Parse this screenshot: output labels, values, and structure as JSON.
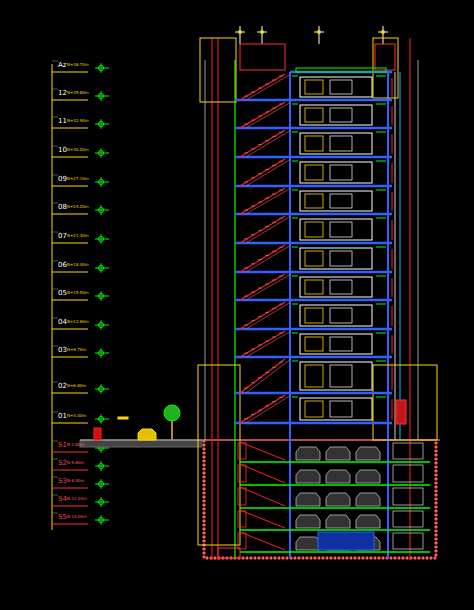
{
  "diagram": {
    "labels": [
      "Az",
      "N+38.70m",
      "12",
      "N+35.80m",
      "11",
      "N+32.90m",
      "10",
      "N+30.00m",
      "09",
      "N+27.10m",
      "08",
      "N+24.20m",
      "07",
      "N+21.30m",
      "06",
      "N+18.40m",
      "05",
      "N+15.50m",
      "04",
      "N+12.60m",
      "03",
      "N+9.70m",
      "02",
      "N+6.80m",
      "01",
      "N+3.00m",
      "S1",
      "N-2.80m",
      "S2",
      "N-5.60m",
      "S3",
      "N-8.40m",
      "S4",
      "N-11.20m",
      "S5",
      "N-14.00m"
    ]
  }
}
